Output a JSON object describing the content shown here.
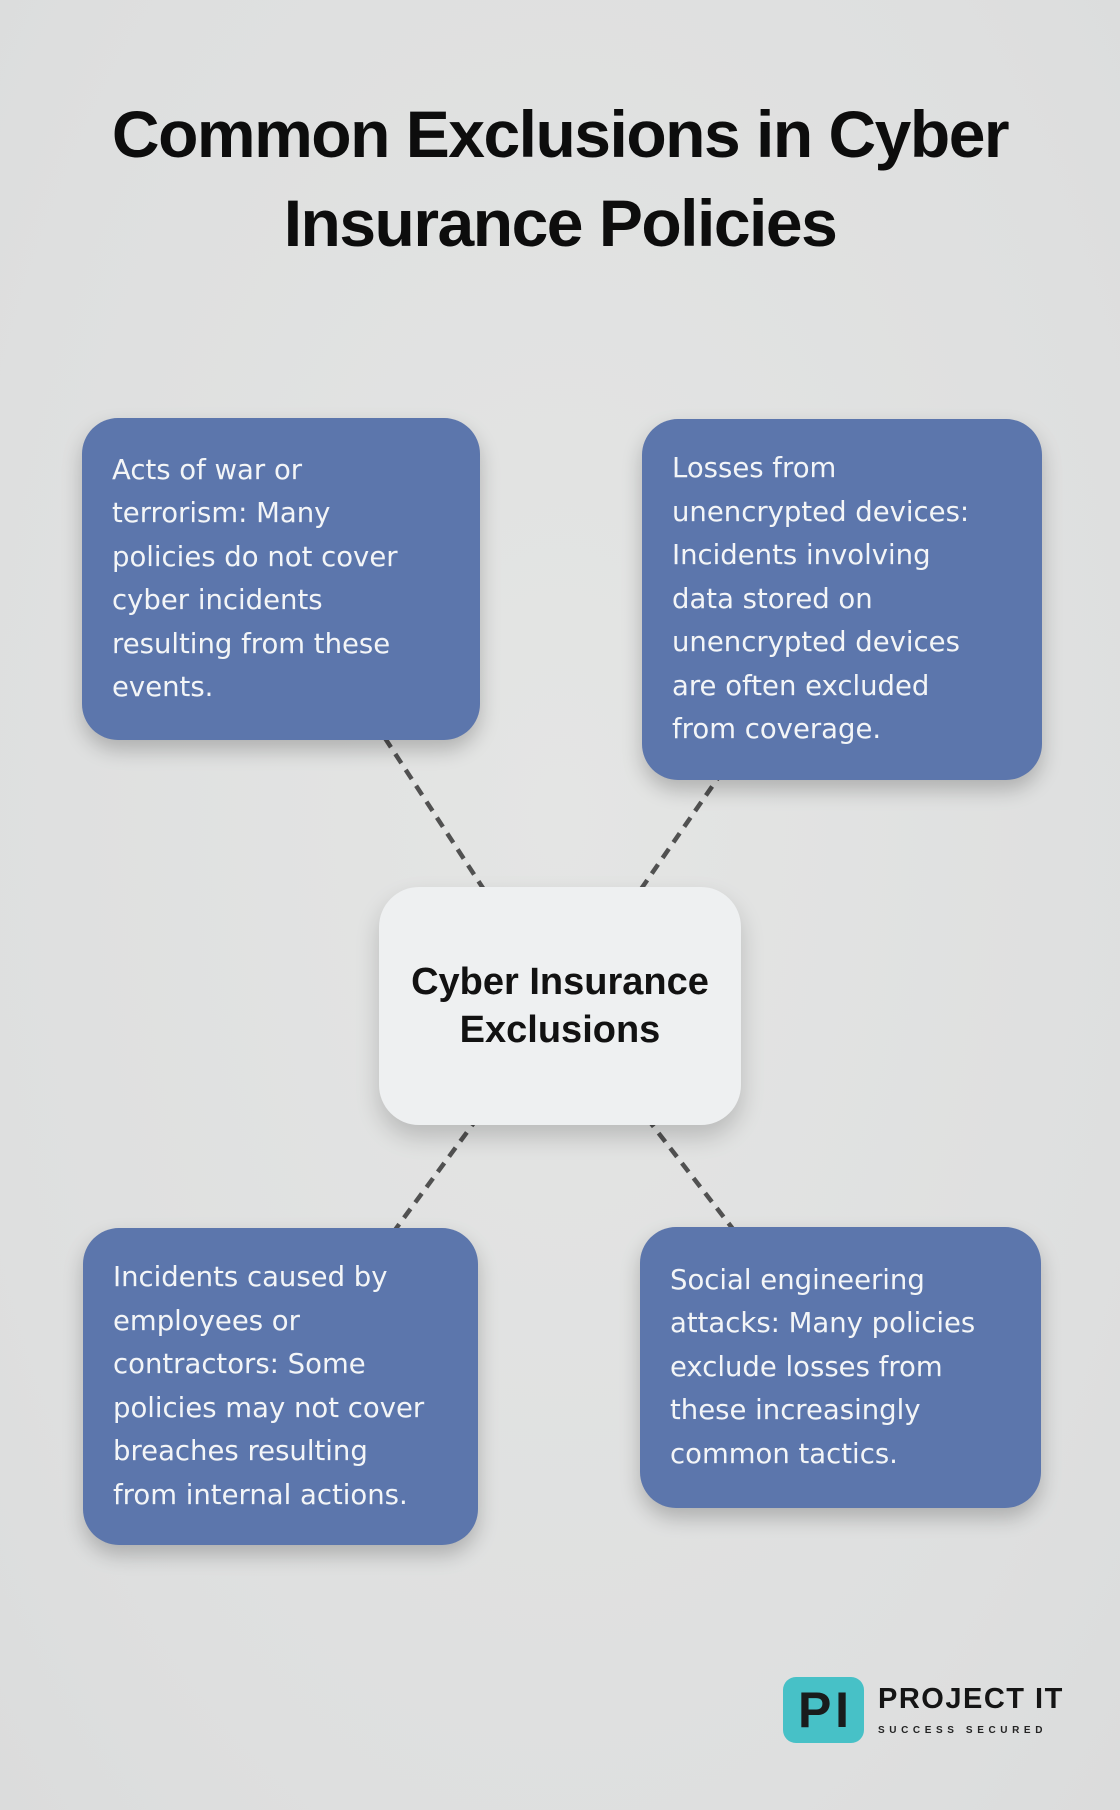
{
  "page": {
    "title_lines": [
      "Common Exclusions in Cyber",
      "Insurance Policies"
    ]
  },
  "diagram": {
    "center": {
      "label_lines": [
        "Cyber Insurance",
        "Exclusions"
      ]
    },
    "nodes": [
      {
        "id": "top-left",
        "text_lines": [
          "Acts of war or",
          "terrorism: Many",
          "policies do not cover",
          "cyber incidents",
          "resulting from these",
          "events."
        ]
      },
      {
        "id": "top-right",
        "text_lines": [
          "Losses from",
          "unencrypted devices:",
          "Incidents involving",
          "data stored on",
          "unencrypted devices",
          "are often excluded",
          "from coverage."
        ]
      },
      {
        "id": "bottom-left",
        "text_lines": [
          "Incidents caused by",
          "employees or",
          "contractors: Some",
          "policies may not cover",
          "breaches resulting",
          "from internal actions."
        ]
      },
      {
        "id": "bottom-right",
        "text_lines": [
          "Social engineering",
          "attacks: Many policies",
          "exclude losses from",
          "these increasingly",
          "common tactics."
        ]
      }
    ]
  },
  "branding": {
    "logo_letters": [
      "P",
      "I"
    ],
    "name": "PROJECT IT",
    "tagline": "SUCCESS SECURED"
  },
  "colors": {
    "background": "#e0e1e1",
    "node_fill": "#5c76ac",
    "node_text": "#f3f5f7",
    "center_fill": "#eef0f1",
    "center_text": "#121212",
    "connector": "#515151",
    "title_text": "#0d0d0d",
    "logo_teal": "#47c1c7",
    "logo_text": "#151515"
  }
}
